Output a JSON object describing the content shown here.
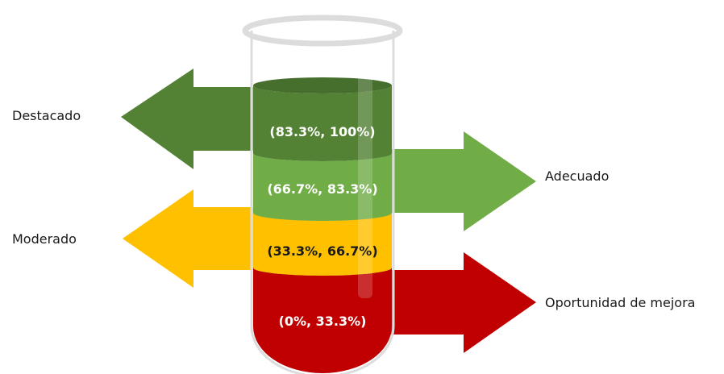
{
  "levels": [
    {
      "name": "Destacado",
      "range": "(83.3%, 100%)",
      "color": "#548235",
      "text_color": "#ffffff"
    },
    {
      "name": "Adecuado",
      "range": "(66.7%, 83.3%)",
      "color": "#70ad47",
      "text_color": "#ffffff"
    },
    {
      "name": "Moderado",
      "range": "(33.3%, 66.7%)",
      "color": "#ffc000",
      "text_color": "#1a1a1a"
    },
    {
      "name": "Oportunidad de mejora",
      "range": "(0%, 33.3%)",
      "color": "#c00000",
      "text_color": "#ffffff"
    }
  ],
  "colors": {
    "destacado_dark": "#466e2d",
    "moderado_dark": "#e0a800",
    "oportunidad_dark": "#a31a22",
    "tube_rim": "#dcdcdc"
  }
}
